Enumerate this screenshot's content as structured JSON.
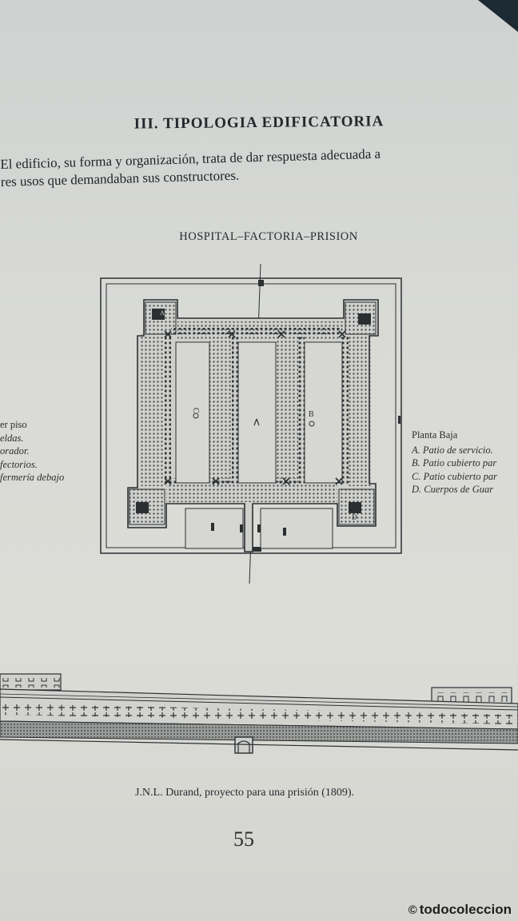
{
  "section_heading": "III. TIPOLOGIA EDIFICATORIA",
  "intro_lines": [
    "El edificio, su forma y organización, trata de dar respuesta adecuada a",
    "res usos que demandaban sus constructores."
  ],
  "figure_title": "HOSPITAL–FACTORIA–PRISION",
  "plan_labels": {
    "A": "A",
    "B": "B",
    "C": "C",
    "D": "D"
  },
  "legend_left": {
    "title": "er piso",
    "items": [
      "eldas.",
      "orador.",
      "fectorios.",
      "fermería debajo"
    ]
  },
  "legend_right": {
    "title": "Planta Baja",
    "items": [
      "A.  Patio de servicio.",
      "B.  Patio cubierto par",
      "C.  Patio cubierto par",
      "D.  Cuerpos de Guar"
    ]
  },
  "caption": "J.N.L. Durand, proyecto para una prisión (1809).",
  "page_number": "55",
  "watermark": {
    "symbol": "©",
    "text": "todocoleccion"
  }
}
